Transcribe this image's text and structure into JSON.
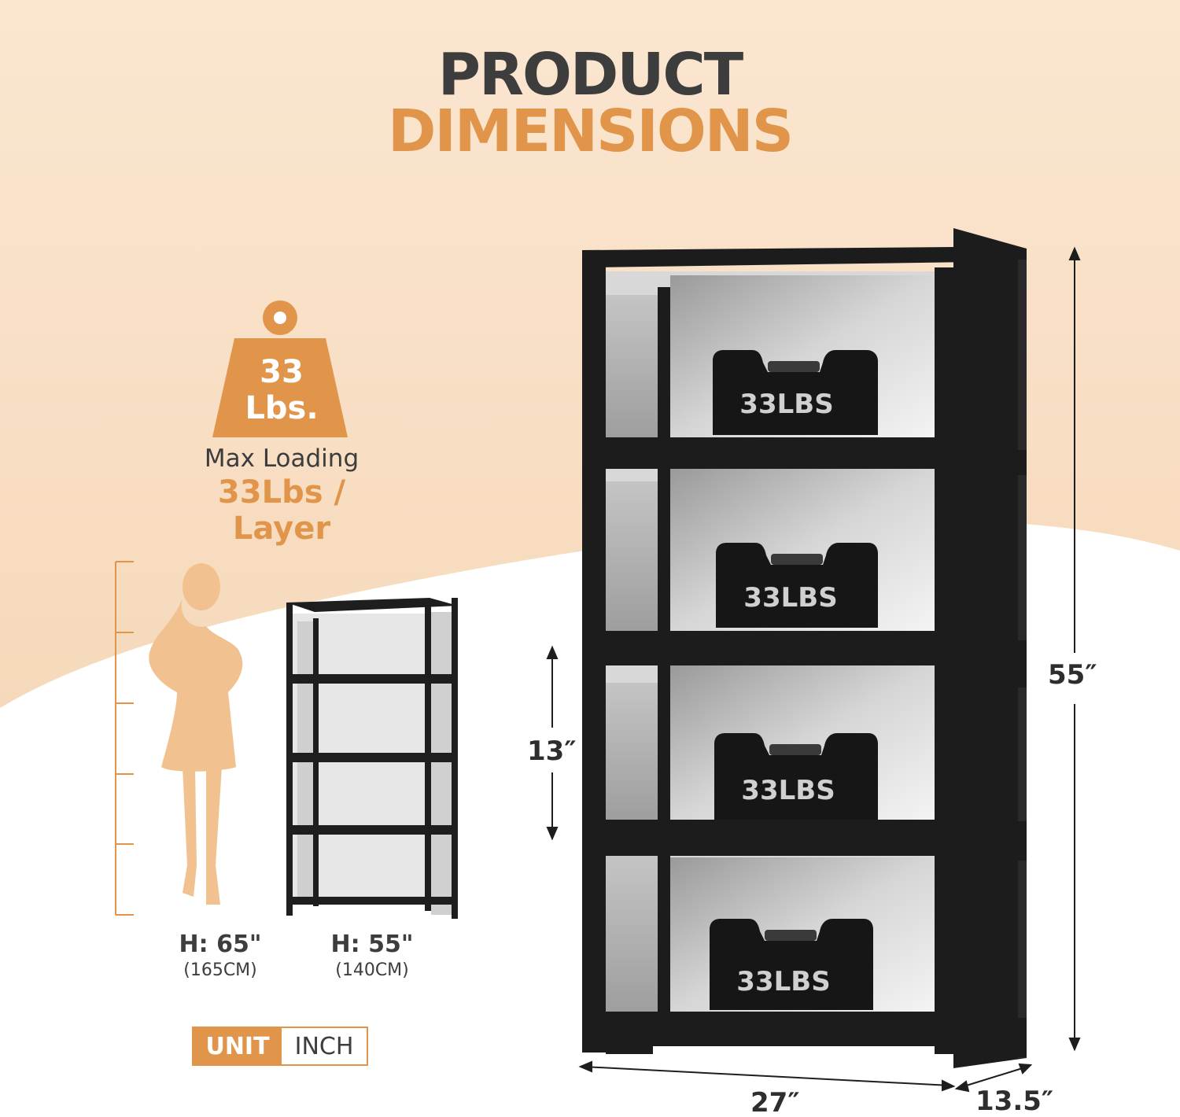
{
  "title": {
    "line1": "PRODUCT",
    "line2": "DIMENSIONS"
  },
  "weight_badge": {
    "number": "33",
    "unit": "Lbs."
  },
  "max_loading": {
    "label": "Max Loading",
    "value": "33Lbs / Layer"
  },
  "comparison": {
    "person": {
      "height": "H: 65\"",
      "metric": "(165CM)"
    },
    "shelf": {
      "height": "H: 55\"",
      "metric": "(140CM)"
    }
  },
  "unit": {
    "label": "UNIT",
    "value": "INCH"
  },
  "dimensions": {
    "height": "55″",
    "layer_height": "13″",
    "width": "27″",
    "depth": "13.5″"
  },
  "weights": [
    "33LBS",
    "33LBS",
    "33LBS",
    "33LBS"
  ],
  "colors": {
    "accent": "#e0954a",
    "background_top": "#f8e2cb",
    "text_dark": "#3d3d3d",
    "shelf": "#1c1c1c"
  }
}
